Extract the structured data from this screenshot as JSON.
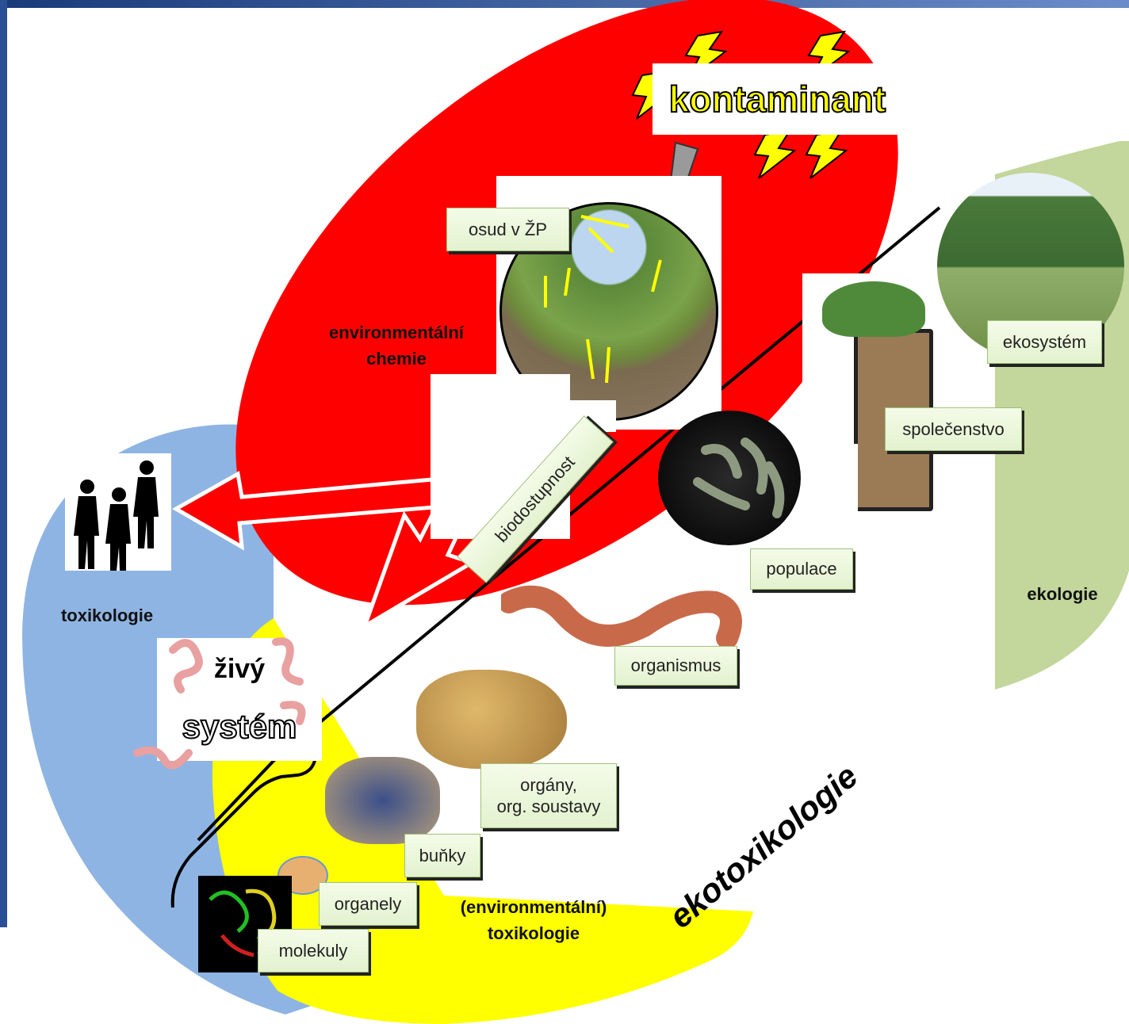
{
  "title": "kontaminant",
  "fields": {
    "env_chem_line1": "environmentální",
    "env_chem_line2": "chemie",
    "toxicology": "toxikologie",
    "ecology": "ekologie",
    "env_tox_line1": "(environmentální)",
    "env_tox_line2": "toxikologie",
    "ecotoxicology": "ekotoxikologie"
  },
  "living_system": {
    "line1": "živý",
    "line2": "systém"
  },
  "labels": {
    "fate": "osud v ŽP",
    "bioavailability": "biodostupnost",
    "ecosystem": "ekosystém",
    "community": "společenstvo",
    "population": "populace",
    "organism": "organismus",
    "organs_line1": "orgány,",
    "organs_line2": "org. soustavy",
    "cells": "buňky",
    "organelles": "organely",
    "molecules": "molekuly"
  },
  "colors": {
    "chemistry": "#ff0000",
    "toxicology": "#8eb4e3",
    "environmental_toxicology": "#ffff00",
    "ecology": "#c3d69b",
    "arrow_gray": "#9a9a9a"
  }
}
